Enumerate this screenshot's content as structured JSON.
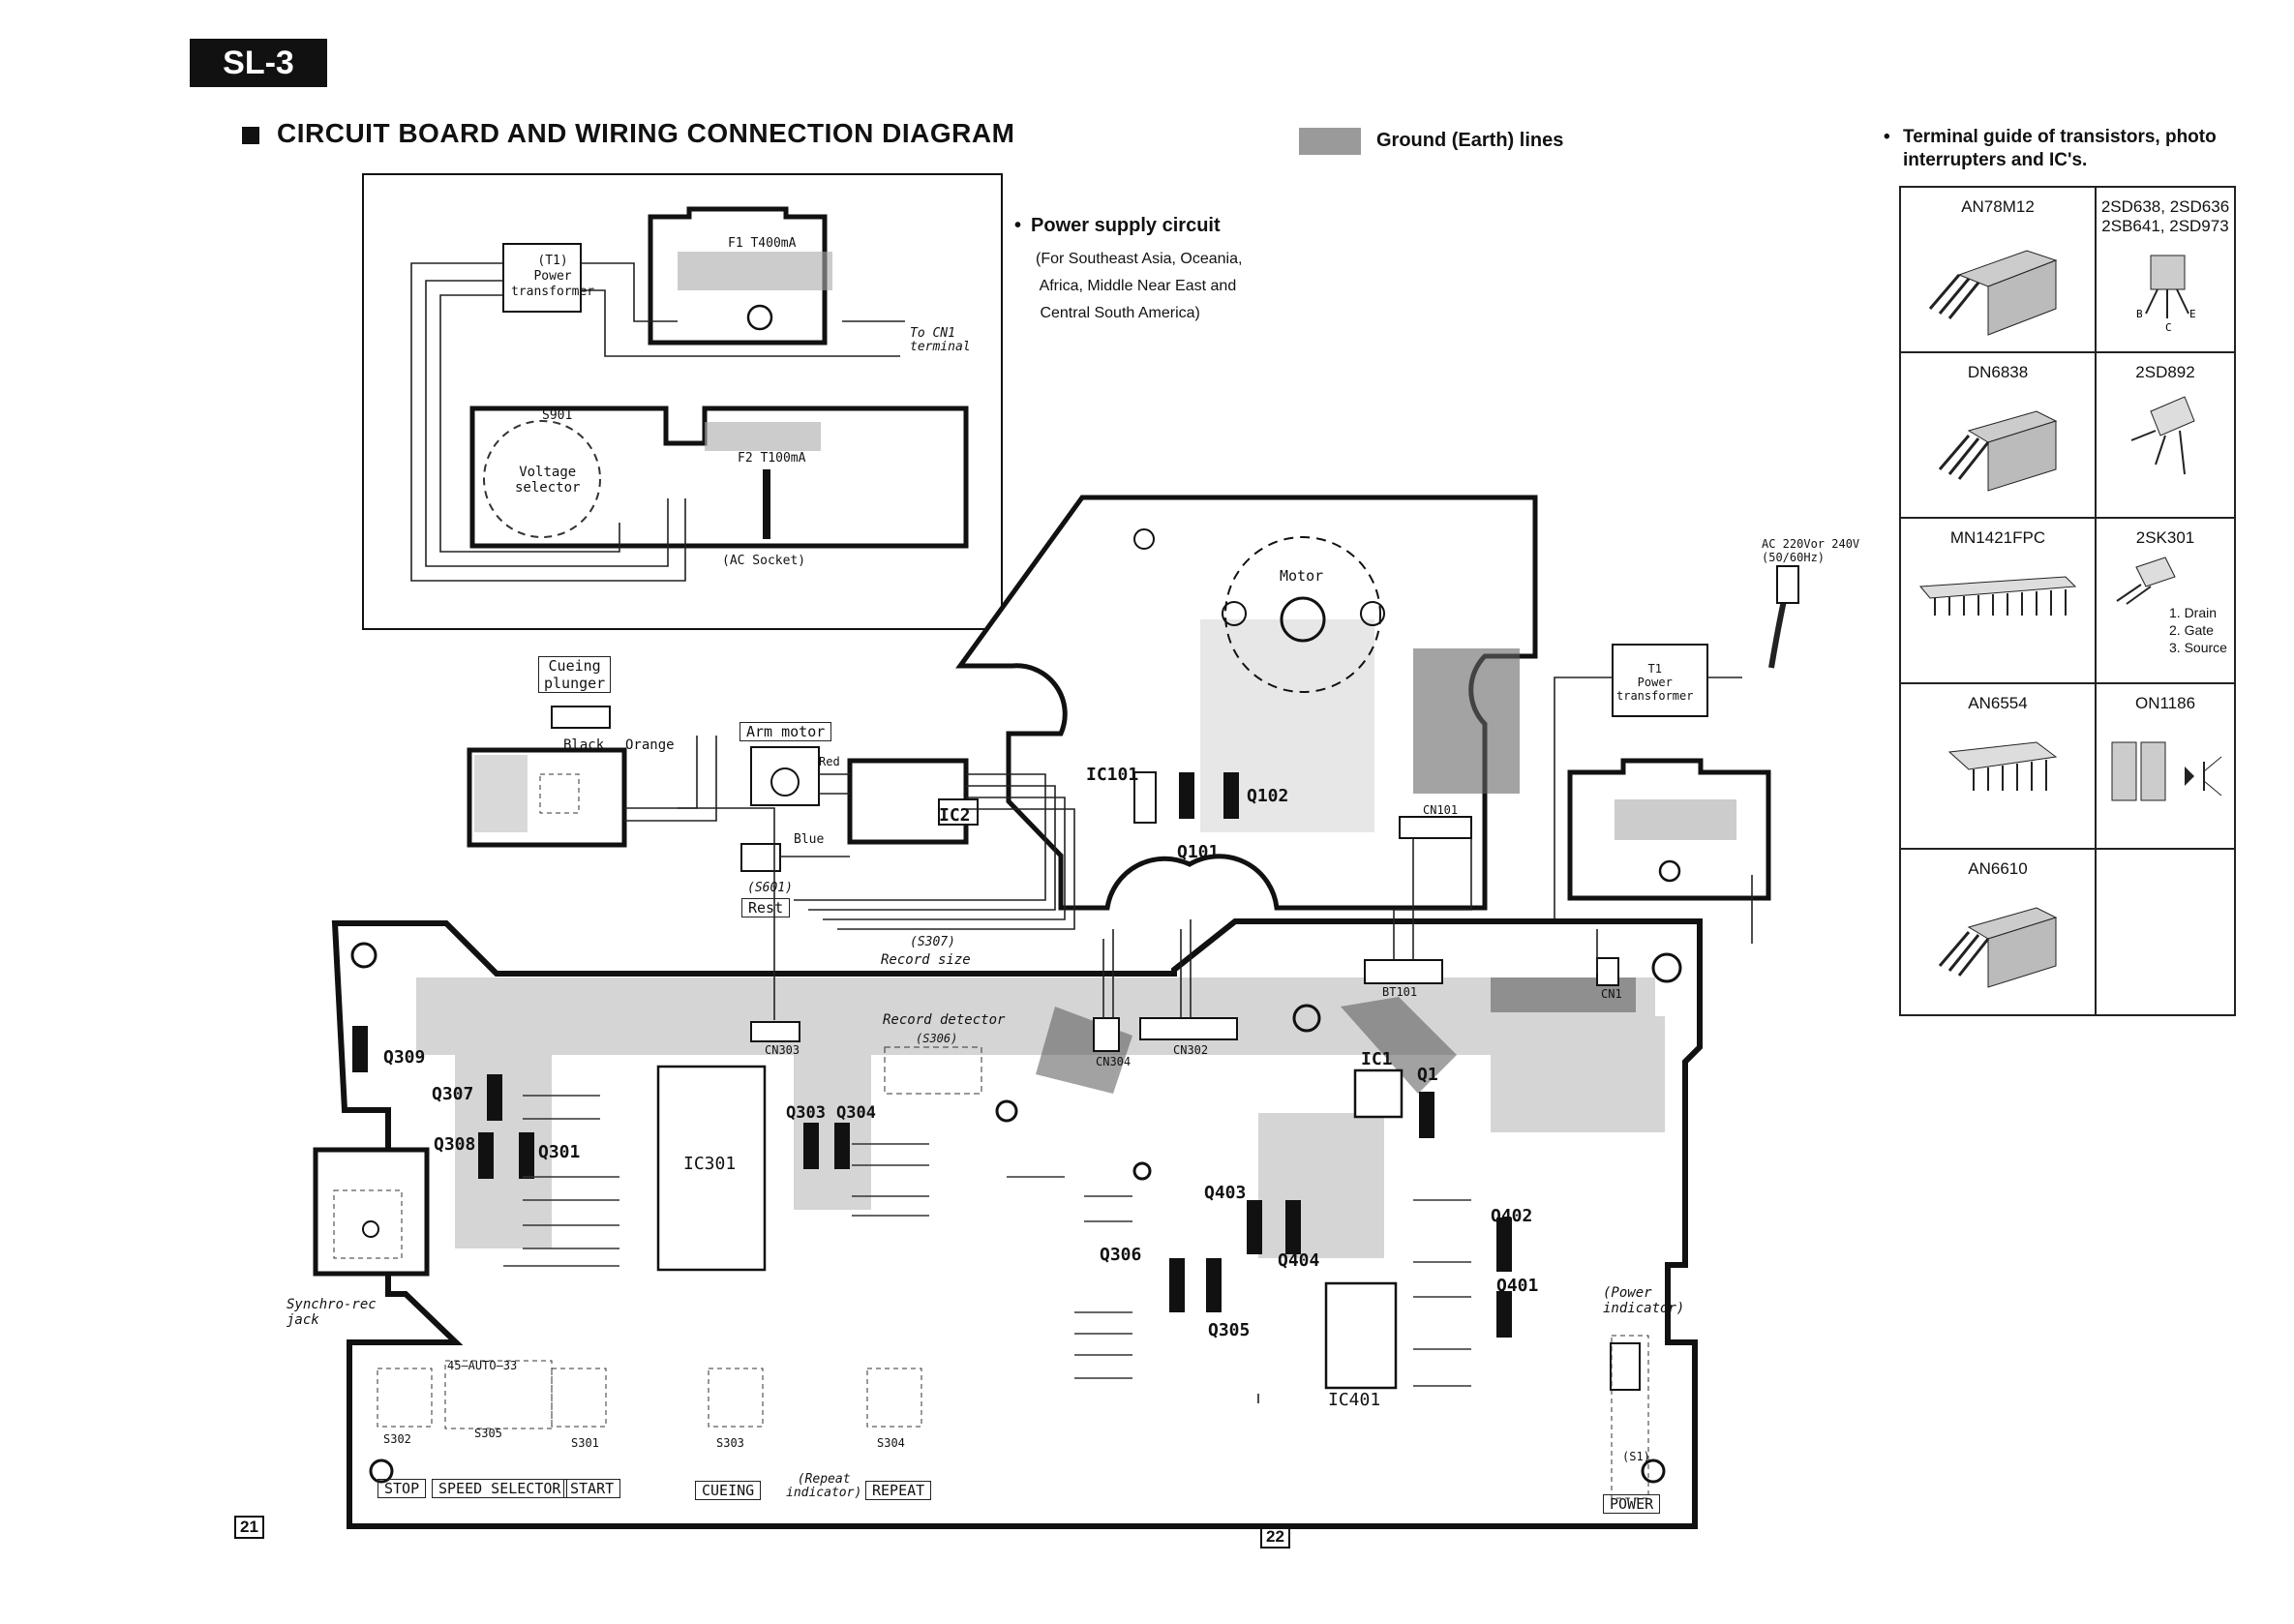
{
  "header": {
    "model_tag": "SL-3",
    "title": "CIRCUIT BOARD AND WIRING CONNECTION DIAGRAM",
    "legend_label": "Ground (Earth) lines"
  },
  "power_supply": {
    "title": "Power supply circuit",
    "note": "(For Southeast Asia, Oceania,\n Africa, Middle Near East and\n Central South America)"
  },
  "terminal_guide": {
    "title": "Terminal guide of transistors, photo\ninterrupters and IC's.",
    "cells": [
      "AN78M12",
      "2SD638, 2SD636\n2SB641, 2SD973",
      "DN6838",
      "2SD892",
      "MN1421FPC",
      "2SK301",
      "AN6554",
      "ON1186",
      "AN6610"
    ],
    "sk301_pins": [
      "1. Drain",
      "2. Gate",
      "3. Source"
    ]
  },
  "diagram_labels": {
    "t1_power_transformer": "(T1)\nPower\ntransformer",
    "f1": "F1 T400mA",
    "f2": "F2 T100mA",
    "to_cn1": "To CN1\nterminal",
    "s901": "S901",
    "voltage_selector": "Voltage\nselector",
    "ac_socket": "(AC Socket)",
    "cueing_plunger": "Cueing\nplunger",
    "black": "Black",
    "orange": "Orange",
    "arm_motor": "Arm motor",
    "red": "Red",
    "blue": "Blue",
    "s601": "(S601)",
    "rest": "Rest",
    "s307": "(S307)",
    "record_size": "Record size",
    "motor": "Motor",
    "ac_input": "AC 220Vor 240V\n(50/60Hz)",
    "t1_right": "T1\nPower\ntransformer",
    "record_detector": "Record detector",
    "s306": "(S306)",
    "synchro_rec_jack": "Synchro-rec\njack",
    "power_indicator": "(Power\nindicator)",
    "repeat_indicator": "(Repeat\nindicator)",
    "auto_switch": "45—AUTO—33",
    "s1": "(S1)",
    "ic": [
      "IC101",
      "IC2",
      "IC301",
      "IC401",
      "IC1"
    ],
    "transistors": [
      "Q101",
      "Q102",
      "Q301",
      "Q303",
      "Q304",
      "Q305",
      "Q306",
      "Q307",
      "Q308",
      "Q309",
      "Q401",
      "Q402",
      "Q403",
      "Q404",
      "Q1"
    ],
    "switches": [
      "S302",
      "S305",
      "S301",
      "S303",
      "S304"
    ],
    "cn": [
      "CN101",
      "CN302",
      "CN303",
      "CN304",
      "CN1",
      "BT101"
    ]
  },
  "buttons": [
    "STOP",
    "SPEED SELECTOR",
    "START",
    "CUEING",
    "REPEAT",
    "POWER"
  ],
  "pages": [
    "21",
    "22"
  ]
}
